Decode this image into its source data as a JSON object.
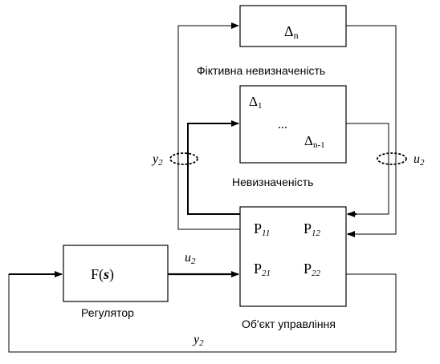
{
  "blocks": {
    "delta_n": {
      "label": "Δ",
      "sub": "n"
    },
    "uncertainty": {
      "delta_1": {
        "label": "Δ",
        "sub": "1"
      },
      "dots": "...",
      "delta_n1": {
        "label": "Δ",
        "sub": "n-1"
      }
    },
    "regulator": {
      "label": "F(",
      "arg": "s",
      "close": ")"
    },
    "plant": {
      "p11": {
        "label": "P",
        "sub": "11"
      },
      "p12": {
        "label": "P",
        "sub": "12"
      },
      "p21": {
        "label": "P",
        "sub": "21"
      },
      "p22": {
        "label": "P",
        "sub": "22"
      }
    }
  },
  "captions": {
    "fictitious": "Фіктивна невизначеність",
    "uncertainty": "Невизначеність",
    "regulator": "Регулятор",
    "plant": "Об'єкт управління"
  },
  "signals": {
    "y2_left": {
      "label": "y",
      "sub": "2"
    },
    "u2_right": {
      "label": "u",
      "sub": "2"
    },
    "u2_mid": {
      "label": "u",
      "sub": "2"
    },
    "y2_bottom": {
      "label": "y",
      "sub": "2"
    }
  }
}
